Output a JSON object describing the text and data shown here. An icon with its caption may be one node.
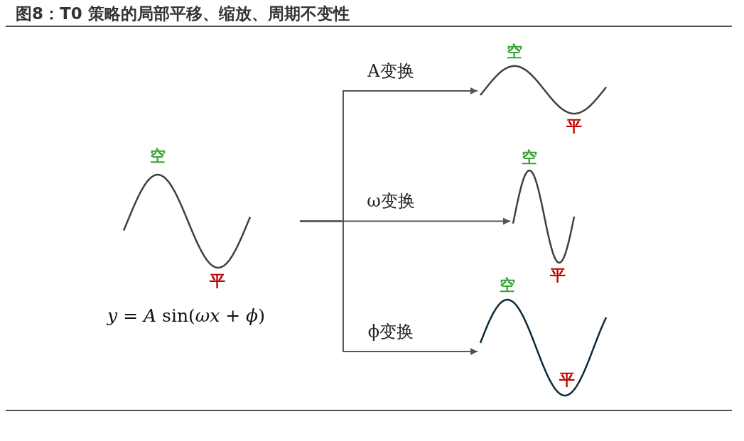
{
  "diagram": {
    "title": "图8：T0 策略的局部平移、缩放、周期不变性",
    "nodes": [
      {
        "text": [
          "空",
          "平"
        ],
        "beside": [
          "*y* = *A* sin(*ωx* + *ϕ*)"
        ]
      },
      {
        "text": [
          "空",
          "平"
        ]
      },
      {
        "text": [
          "空",
          "平"
        ]
      },
      {
        "text": [
          "空",
          "平"
        ]
      }
    ],
    "edges": [
      {
        "from": 0,
        "to": 1,
        "arrow": "to",
        "label": "A变换"
      },
      {
        "from": 0,
        "to": 2,
        "arrow": "to",
        "label": "ω变换"
      },
      {
        "from": 0,
        "to": 3,
        "arrow": "to",
        "label": "ϕ变换"
      }
    ]
  }
}
